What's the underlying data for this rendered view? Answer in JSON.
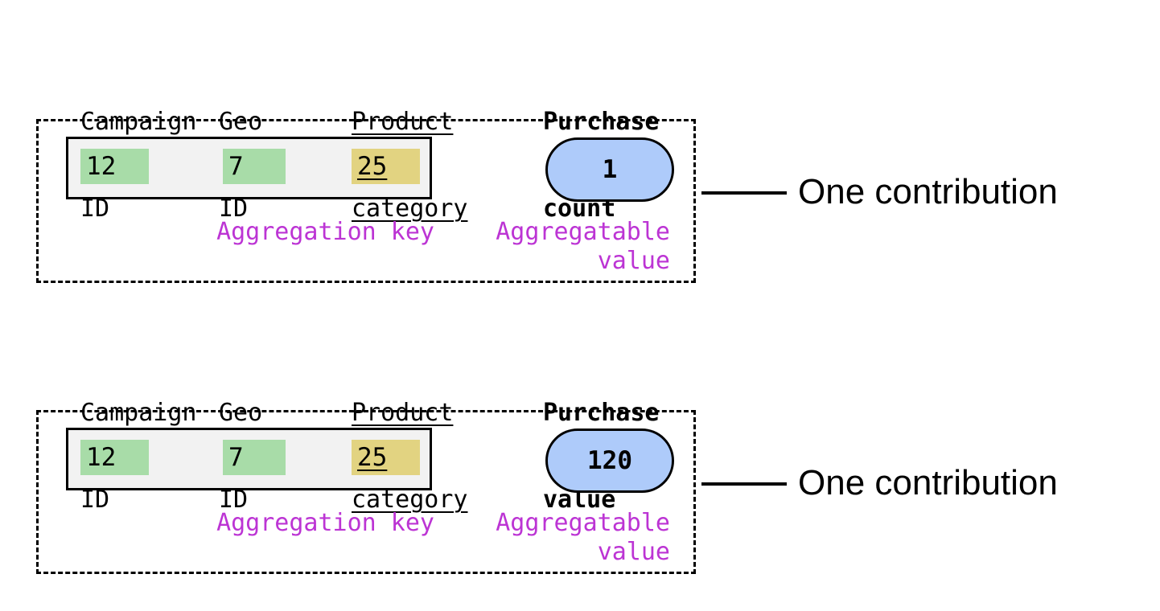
{
  "colors": {
    "chip-green": "#a8dca8",
    "chip-yellow": "#e2d381",
    "pill-blue": "#aecbfa",
    "magenta": "#bc34d4",
    "row-bg": "#f2f2f2"
  },
  "blocks": [
    {
      "columns": [
        {
          "label1": "Campaign",
          "label2": "ID",
          "value": "12"
        },
        {
          "label1": "Geo",
          "label2": "ID",
          "value": "7"
        },
        {
          "label1": "Product",
          "label2": "category",
          "value": "25"
        }
      ],
      "metric": {
        "label1": "Purchase",
        "label2": "count"
      },
      "aggregatable_value": "1",
      "aggregation_key_label": "Aggregation key",
      "aggregatable_label1": "Aggregatable",
      "aggregatable_label2": "value",
      "contribution_label": "One contribution"
    },
    {
      "columns": [
        {
          "label1": "Campaign",
          "label2": "ID",
          "value": "12"
        },
        {
          "label1": "Geo",
          "label2": "ID",
          "value": "7"
        },
        {
          "label1": "Product",
          "label2": "category",
          "value": "25"
        }
      ],
      "metric": {
        "label1": "Purchase",
        "label2": "value"
      },
      "aggregatable_value": "120",
      "aggregation_key_label": "Aggregation key",
      "aggregatable_label1": "Aggregatable",
      "aggregatable_label2": "value",
      "contribution_label": "One contribution"
    }
  ]
}
